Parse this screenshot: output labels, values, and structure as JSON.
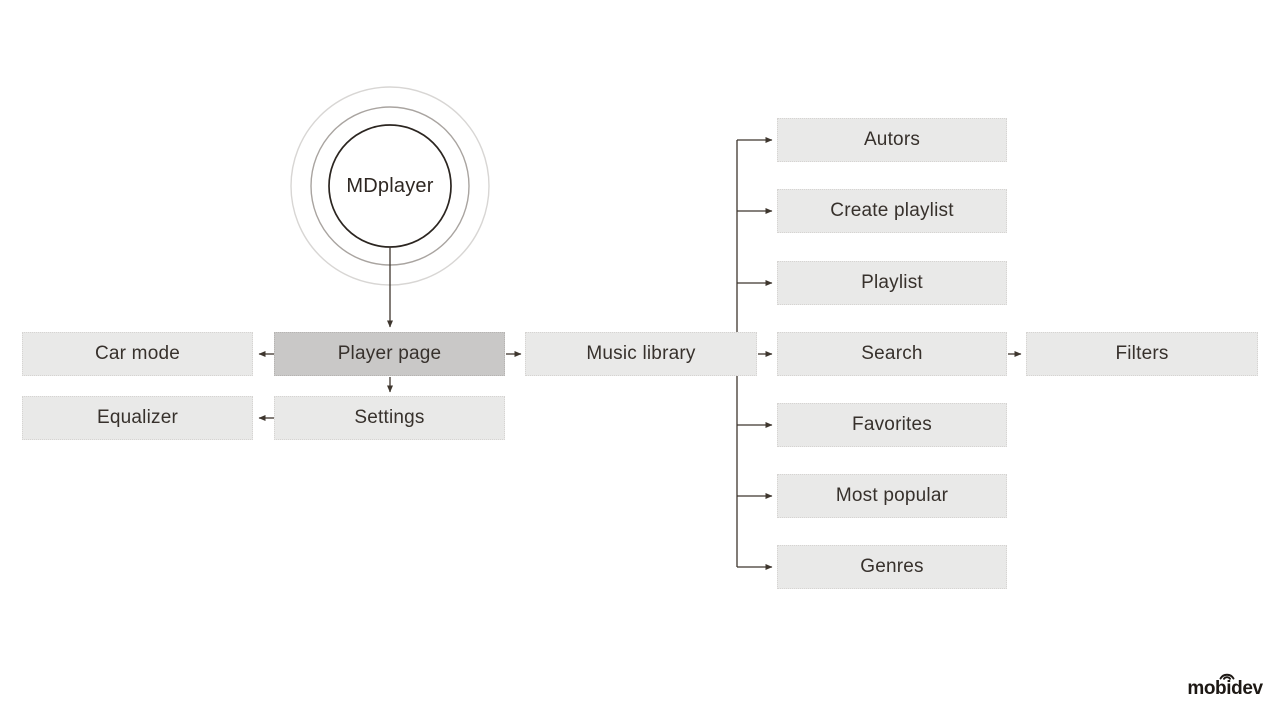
{
  "diagram": {
    "root": {
      "label": "MDplayer"
    },
    "nodes": {
      "car_mode": {
        "label": "Car mode"
      },
      "player_page": {
        "label": "Player page"
      },
      "music_library": {
        "label": "Music library"
      },
      "settings": {
        "label": "Settings"
      },
      "equalizer": {
        "label": "Equalizer"
      },
      "filters": {
        "label": "Filters"
      }
    },
    "library_children": [
      {
        "label": "Autors"
      },
      {
        "label": "Create playlist"
      },
      {
        "label": "Playlist"
      },
      {
        "label": "Search"
      },
      {
        "label": "Favorites"
      },
      {
        "label": "Most popular"
      },
      {
        "label": "Genres"
      }
    ],
    "colors": {
      "node_fill": "#e9e9e8",
      "highlight_fill": "#c9c8c7",
      "connector": "#3e362e",
      "text": "#37312c",
      "ring_inner": "#2b2520",
      "ring_middle": "#a9a4a0",
      "ring_outer": "#d8d6d4"
    }
  },
  "footer": {
    "brand": "mobidev"
  }
}
